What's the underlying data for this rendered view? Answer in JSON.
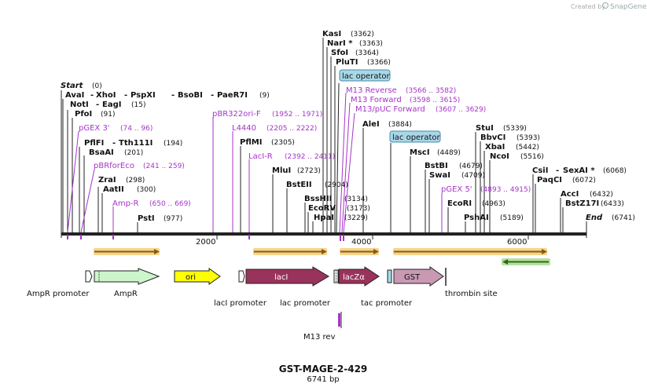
{
  "credit": {
    "prefix": "Created by",
    "brand": "SnapGene"
  },
  "title": "GST-MAGE-2-429",
  "subtitle": "6741 bp",
  "ruler": [
    {
      "label": "2000",
      "bp": 2000
    },
    {
      "label": "4000",
      "bp": 4000
    },
    {
      "label": "6000",
      "bp": 6000
    }
  ],
  "enzymes": [
    {
      "name": "Start",
      "pos": "(0)",
      "bp": 0,
      "italic": true
    },
    {
      "name": "AvaI",
      "extra": [
        "XhoI",
        "PspXI",
        "BsoBI",
        "PaeR7I"
      ],
      "pos": "(9)",
      "bp": 9
    },
    {
      "name": "NotI",
      "extra": [
        "EagI"
      ],
      "pos": "(15)",
      "bp": 15
    },
    {
      "name": "PfoI",
      "pos": "(91)",
      "bp": 91
    },
    {
      "name": "PflFI",
      "extra": [
        "Tth111I"
      ],
      "pos": "(194)",
      "bp": 194
    },
    {
      "name": "BsaAI",
      "pos": "(201)",
      "bp": 201
    },
    {
      "name": "ZraI",
      "pos": "(298)",
      "bp": 298
    },
    {
      "name": "AatII",
      "pos": "(300)",
      "bp": 300
    },
    {
      "name": "PstI",
      "pos": "(977)",
      "bp": 977
    },
    {
      "name": "PflMI",
      "pos": "(2305)",
      "bp": 2305
    },
    {
      "name": "MluI",
      "pos": "(2723)",
      "bp": 2723
    },
    {
      "name": "BstEII",
      "pos": "(2904)",
      "bp": 2904
    },
    {
      "name": "BssHII",
      "pos": "(3134)",
      "bp": 3134
    },
    {
      "name": "EcoRV",
      "pos": "(3173)",
      "bp": 3173
    },
    {
      "name": "HpaI",
      "pos": "(3229)",
      "bp": 3229
    },
    {
      "name": "KasI",
      "pos": "(3362)",
      "bp": 3362
    },
    {
      "name": "NarI *",
      "pos": "(3363)",
      "bp": 3363
    },
    {
      "name": "SfoI",
      "pos": "(3364)",
      "bp": 3364
    },
    {
      "name": "PluTI",
      "pos": "(3366)",
      "bp": 3366
    },
    {
      "name": "AleI",
      "pos": "(3884)",
      "bp": 3884
    },
    {
      "name": "MscI",
      "pos": "(4489)",
      "bp": 4489
    },
    {
      "name": "BstBI",
      "pos": "(4679)",
      "bp": 4679
    },
    {
      "name": "SwaI",
      "pos": "(4709)",
      "bp": 4709
    },
    {
      "name": "EcoRI",
      "pos": "(4963)",
      "bp": 4963
    },
    {
      "name": "PshAI",
      "pos": "(5189)",
      "bp": 5189
    },
    {
      "name": "StuI",
      "pos": "(5339)",
      "bp": 5339
    },
    {
      "name": "BbvCI",
      "pos": "(5393)",
      "bp": 5393
    },
    {
      "name": "XbaI",
      "pos": "(5442)",
      "bp": 5442
    },
    {
      "name": "NcoI",
      "pos": "(5516)",
      "bp": 5516
    },
    {
      "name": "CsiI",
      "extra": [
        "SexAI *"
      ],
      "pos": "(6068)",
      "bp": 6068
    },
    {
      "name": "PaqCI",
      "pos": "(6072)",
      "bp": 6072
    },
    {
      "name": "AccI",
      "pos": "(6432)",
      "bp": 6432
    },
    {
      "name": "BstZ17I",
      "pos": "(6433)",
      "bp": 6433
    },
    {
      "name": "End",
      "pos": "(6741)",
      "bp": 6741,
      "italic": true
    }
  ],
  "primers": [
    {
      "name": "pGEX 3'",
      "pos": "(74 .. 96)"
    },
    {
      "name": "pBRforEco",
      "pos": "(241 .. 259)"
    },
    {
      "name": "Amp-R",
      "pos": "(650 .. 669)"
    },
    {
      "name": "pBR322ori-F",
      "pos": "(1952 .. 1971)"
    },
    {
      "name": "L4440",
      "pos": "(2205 .. 2222)"
    },
    {
      "name": "LacI-R",
      "pos": "(2392 .. 2411)"
    },
    {
      "name": "M13 Reverse",
      "pos": "(3566 .. 3582)"
    },
    {
      "name": "M13 Forward",
      "pos": "(3598 .. 3615)"
    },
    {
      "name": "M13/pUC Forward",
      "pos": "(3607 .. 3629)"
    },
    {
      "name": "pGEX 5'",
      "pos": "(4893 .. 4915)"
    }
  ],
  "operators": [
    {
      "label": "lac operator"
    },
    {
      "label": "lac operator"
    }
  ],
  "features": [
    {
      "label": "AmpR",
      "color": "#ccf5cc"
    },
    {
      "label": "ori",
      "color": "#ffff00"
    },
    {
      "label": "lacI",
      "color": "#99335c"
    },
    {
      "label": "lacZα",
      "color": "#99335c"
    },
    {
      "label": "GST",
      "color": "#c999b4"
    }
  ],
  "feature_labels_below": [
    {
      "label": "AmpR promoter"
    },
    {
      "label": "AmpR"
    },
    {
      "label": "lacI promoter"
    },
    {
      "label": "lac promoter"
    },
    {
      "label": "tac promoter"
    },
    {
      "label": "thrombin site"
    },
    {
      "label": "M13 rev"
    }
  ],
  "colors": {
    "enzyme_text": "#111111",
    "primer": "#a534c8",
    "orf": "#e8a33a",
    "orf_rev": "#3c8a2b",
    "operator_fill": "#a8d8e8",
    "backbone": "#222222"
  }
}
